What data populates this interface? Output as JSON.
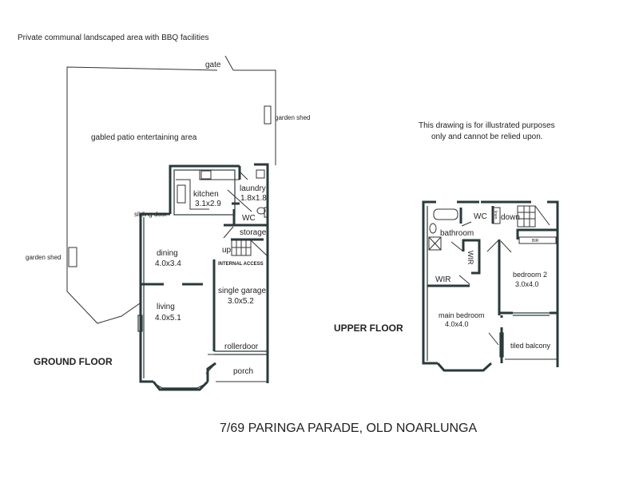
{
  "header": {
    "communal_note": "Private communal landscaped area with BBQ facilities",
    "disclaimer_line1": "This drawing is for illustrated purposes",
    "disclaimer_line2": "only and cannot be relied upon."
  },
  "ground_floor": {
    "title": "GROUND FLOOR",
    "labels": {
      "gate": "gate",
      "garden_shed_right": "garden shed",
      "garden_shed_left": "garden shed",
      "patio": "gabled patio entertaining area",
      "kitchen": "kitchen",
      "kitchen_size": "3.1x2.9",
      "laundry": "laundry",
      "laundry_size": "1.8x1.8",
      "wc": "WC",
      "sliding_door": "sliding door",
      "storage": "storage",
      "up": "up",
      "internal_access": "INTERNAL ACCESS",
      "dining": "dining",
      "dining_size": "4.0x3.4",
      "garage": "single garage",
      "garage_size": "3.0x5.2",
      "living": "living",
      "living_size": "4.0x5.1",
      "rollerdoor": "rollerdoor",
      "porch": "porch"
    }
  },
  "upper_floor": {
    "title": "UPPER FLOOR",
    "labels": {
      "wc": "WC",
      "linen": "linen",
      "down": "down",
      "bathroom": "bathroom",
      "wir_vertical": "WIR",
      "wir": "WIR",
      "bir": "BIR",
      "bedroom2": "bedroom 2",
      "bedroom2_size": "3.0x4.0",
      "main_bedroom": "main bedroom",
      "main_bedroom_size": "4.0x4.0",
      "balcony": "tiled balcony"
    }
  },
  "footer": {
    "address": "7/69 PARINGA PARADE, OLD NOARLUNGA"
  }
}
